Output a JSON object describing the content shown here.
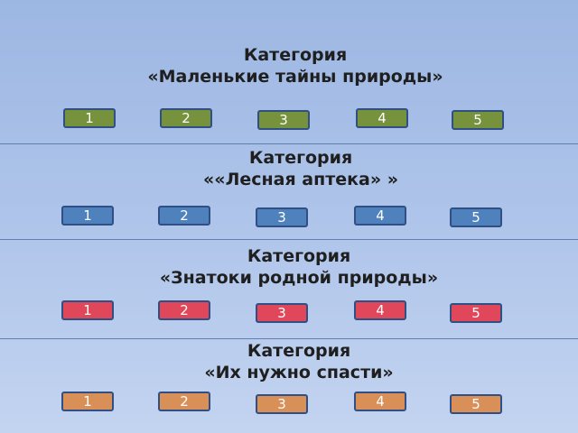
{
  "categories": [
    {
      "title_line1": "Категория",
      "title_line2": "«Маленькие тайны природы»",
      "color": "#76923c",
      "tiles": [
        "1",
        "2",
        "3",
        "4",
        "5"
      ]
    },
    {
      "title_line1": "Категория",
      "title_line2": "««Лесная аптека» »",
      "color": "#4f81bd",
      "tiles": [
        "1",
        "2",
        "3",
        "4",
        "5"
      ]
    },
    {
      "title_line1": "Категория",
      "title_line2": "«Знатоки родной природы»",
      "color": "#e0475a",
      "tiles": [
        "1",
        "2",
        "3",
        "4",
        "5"
      ]
    },
    {
      "title_line1": "Категория",
      "title_line2": "«Их нужно спасти»",
      "color": "#d99058",
      "tiles": [
        "1",
        "2",
        "3",
        "4",
        "5"
      ]
    }
  ]
}
